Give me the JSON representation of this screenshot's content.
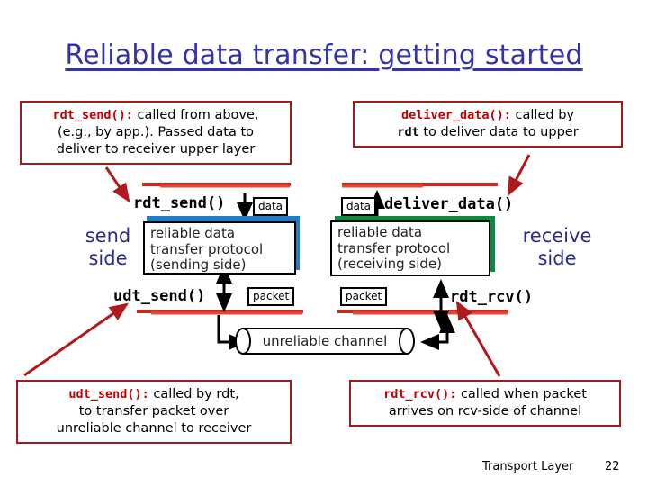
{
  "slide": {
    "title": "Reliable data transfer: getting started",
    "title_color": "#3333aa"
  },
  "callouts": [
    {
      "id": "rdt-send",
      "code": "rdt_send():",
      "text_line1": " called from above,",
      "text_line2": "(e.g., by app.). Passed data to",
      "text_line3": "deliver to receiver upper layer",
      "border_color": "#9e1b1b",
      "code_color": "#c00000"
    },
    {
      "id": "deliver-data",
      "code": "deliver_data():",
      "text_line1": " called by",
      "code2": "rdt",
      "text_line2": " to deliver data to upper",
      "border_color": "#9e1b1b",
      "code_color": "#c00000"
    },
    {
      "id": "udt-send",
      "code": "udt_send():",
      "text_line1": " called by rdt,",
      "text_line2": "to transfer packet over",
      "text_line3": "unreliable channel to receiver",
      "border_color": "#9e1b1b",
      "code_color": "#c00000"
    },
    {
      "id": "rdt-rcv",
      "code": "rdt_rcv():",
      "text_line1": " called when packet",
      "text_line2": "arrives on rcv-side of channel",
      "border_color": "#9e1b1b",
      "code_color": "#c00000"
    }
  ],
  "diagram": {
    "send_side_label": "send\nside",
    "send_side_line1": "send",
    "send_side_line2": "side",
    "receive_side_line1": "receive",
    "receive_side_line2": "side",
    "side_label_color": "#2b2b8f",
    "api_labels": {
      "rdt_send": "rdt_send()",
      "udt_send": "udt_send()",
      "deliver_data": "deliver_data()",
      "rdt_rcv": "rdt_rcv()"
    },
    "tags": {
      "data_left": "data",
      "data_right": "data",
      "packet_left": "packet",
      "packet_right": "packet"
    },
    "protocol_sending": {
      "line1": "reliable data",
      "line2": "transfer protocol",
      "line3": "(sending side)",
      "shadow_color": "#1f7fc4"
    },
    "protocol_receiving": {
      "line1": "reliable data",
      "line2": "transfer protocol",
      "line3": "(receiving side)",
      "shadow_color": "#0a8a40"
    },
    "channel_label": "unreliable channel",
    "divider_color": "#cc2a20",
    "arrow_color": "#b01a1a"
  },
  "footer": {
    "label": "Transport Layer",
    "page": "22"
  }
}
